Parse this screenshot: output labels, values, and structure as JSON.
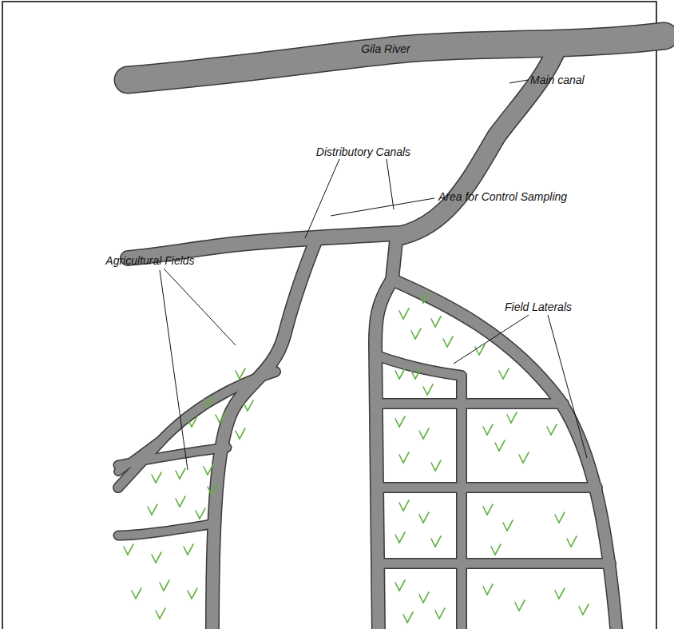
{
  "diagram": {
    "labels": [
      "Gila River",
      "Main canal",
      "Distributory Canals",
      "Area for Control Sampling",
      "Agricultural Fields",
      "Field Laterals"
    ]
  }
}
